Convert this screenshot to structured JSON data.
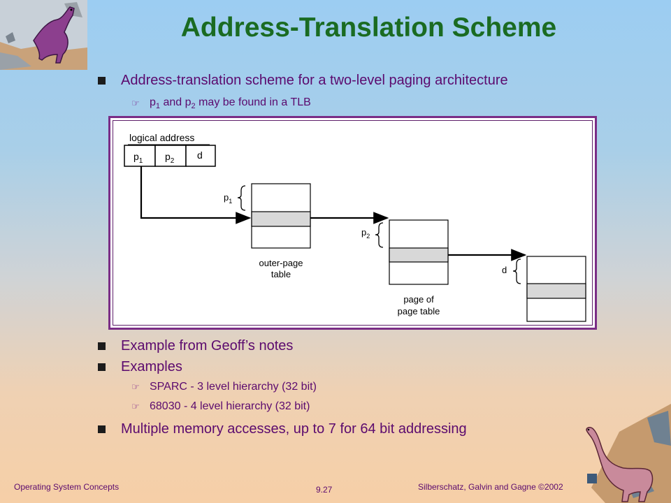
{
  "title": "Address-Translation Scheme",
  "bullets": {
    "b1": "Address-translation scheme for a two-level paging architecture",
    "b1_sub": {
      "p": "p",
      "one": "1",
      "and": " and p",
      "two": "2",
      "rest": " may be found in a TLB"
    },
    "b2": "Example from Geoff’s notes",
    "b3": "Examples",
    "b3_sub1": "SPARC - 3 level hierarchy (32 bit)",
    "b3_sub2": "68030 - 4 level hierarchy (32 bit)",
    "b4": "Multiple memory accesses, up to 7 for 64 bit addressing"
  },
  "diagram": {
    "logical_address_label": "logical address",
    "field_p": "p",
    "field_sub1": "1",
    "field_sub2": "2",
    "field_d": "d",
    "brace_p": "p",
    "brace_p1_sub": "1",
    "brace_p2_sub": "2",
    "brace_d": "d",
    "outer_table_line1": "outer-page",
    "outer_table_line2": "table",
    "page_table_line1": "page of",
    "page_table_line2": "page table"
  },
  "footer": {
    "left": "Operating System Concepts",
    "center": "9.27",
    "right": "Silberschatz, Galvin and  Gagne ©2002"
  },
  "colors": {
    "title": "#1a6b22",
    "text": "#5b0a6e",
    "frame": "#7a2d86"
  }
}
